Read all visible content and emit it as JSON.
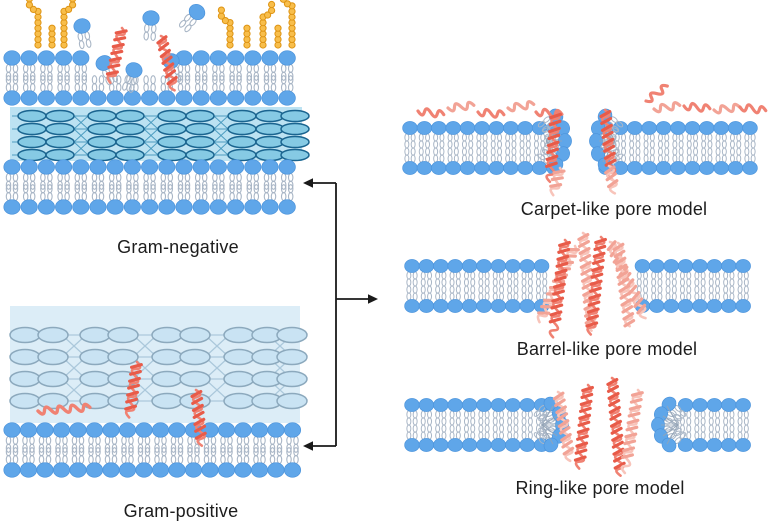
{
  "labels": {
    "gram_negative": "Gram-negative",
    "gram_positive": "Gram-positive",
    "carpet": "Carpet-like pore model",
    "barrel": "Barrel-like pore model",
    "ring": "Ring-like pore model"
  },
  "components": {
    "lipid": "phospholipid-molecule",
    "peptide": "antimicrobial-peptide-helix",
    "lps": "lps-sugar-chain",
    "peptidoglycan": "peptidoglycan-mesh",
    "arrow": "pore-formation-arrow"
  },
  "colors": {
    "lipid_head": "#5FA6E9",
    "lipid_head_edge": "#4B93DB",
    "lipid_tail": "#A9B6C6",
    "peptide_main": "#E85B49",
    "peptide_mid": "#F08273",
    "peptide_soft": "#F2A396",
    "peptide_soft2": "#F8C4BA",
    "lps_bead": "#F8BE4B",
    "lps_bead_edge": "#DE9413",
    "pg_neg_bg": "#BCE2F2",
    "pg_neg_fill": "#86CAE4",
    "pg_neg_edge": "#1A648F",
    "pg_neg_line": "#4E9CC0",
    "pg_pos_bg": "#DCEDF7",
    "pg_pos_fill": "#C9E3F3",
    "pg_pos_edge": "#8CA9BD",
    "pg_pos_line": "#ABC8DB",
    "fan_line": "#94A4B6",
    "arrow": "#1A1A1A",
    "label": "#1D1D1D"
  }
}
